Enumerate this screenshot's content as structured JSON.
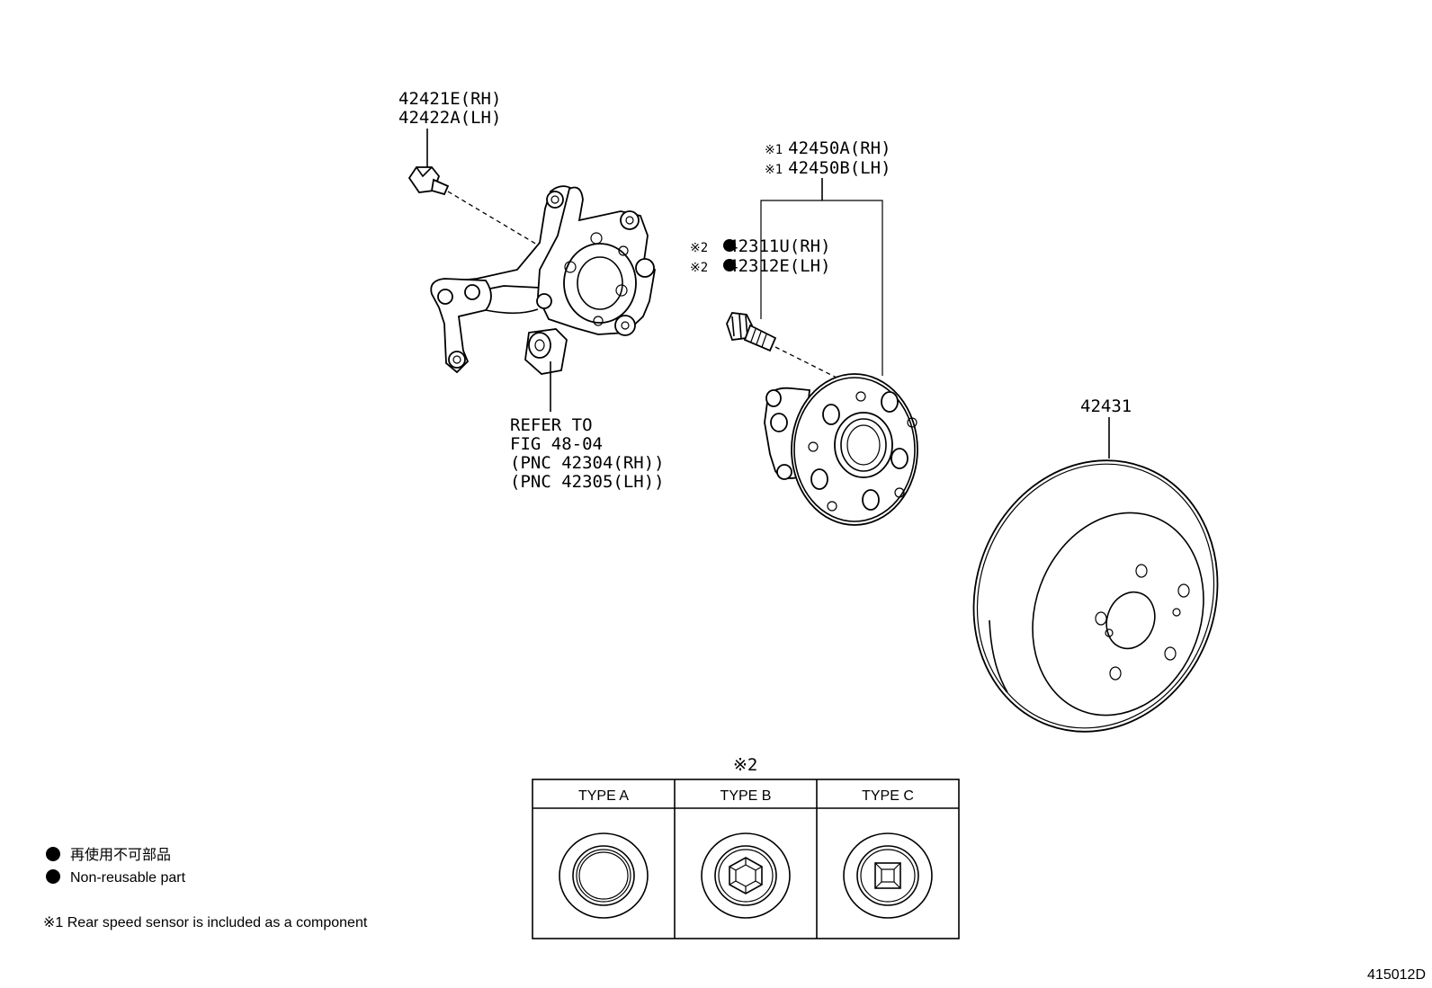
{
  "callouts": {
    "bolt_rh": "42421E(RH)",
    "bolt_lh": "42422A(LH)",
    "hub_rh_mark": "※1",
    "hub_rh": "42450A(RH)",
    "hub_lh_mark": "※1",
    "hub_lh": "42450B(LH)",
    "stud_rh_mark": "※2",
    "stud_rh": "42311U(RH)",
    "stud_lh_mark": "※2",
    "stud_lh": "42312E(LH)",
    "disc": "42431"
  },
  "refer_note": {
    "line1": "REFER TO",
    "line2": "FIG 48-04",
    "line3": "(PNC 42304(RH))",
    "line4": "(PNC 42305(LH))"
  },
  "type_table": {
    "mark": "※2",
    "headers": [
      "TYPE A",
      "TYPE B",
      "TYPE C"
    ]
  },
  "legend": {
    "non_reusable_jp": "再使用不可部品",
    "non_reusable_en": "Non-reusable part",
    "note1": "※1 Rear speed sensor is included as a component"
  },
  "figure_id": "415012D"
}
